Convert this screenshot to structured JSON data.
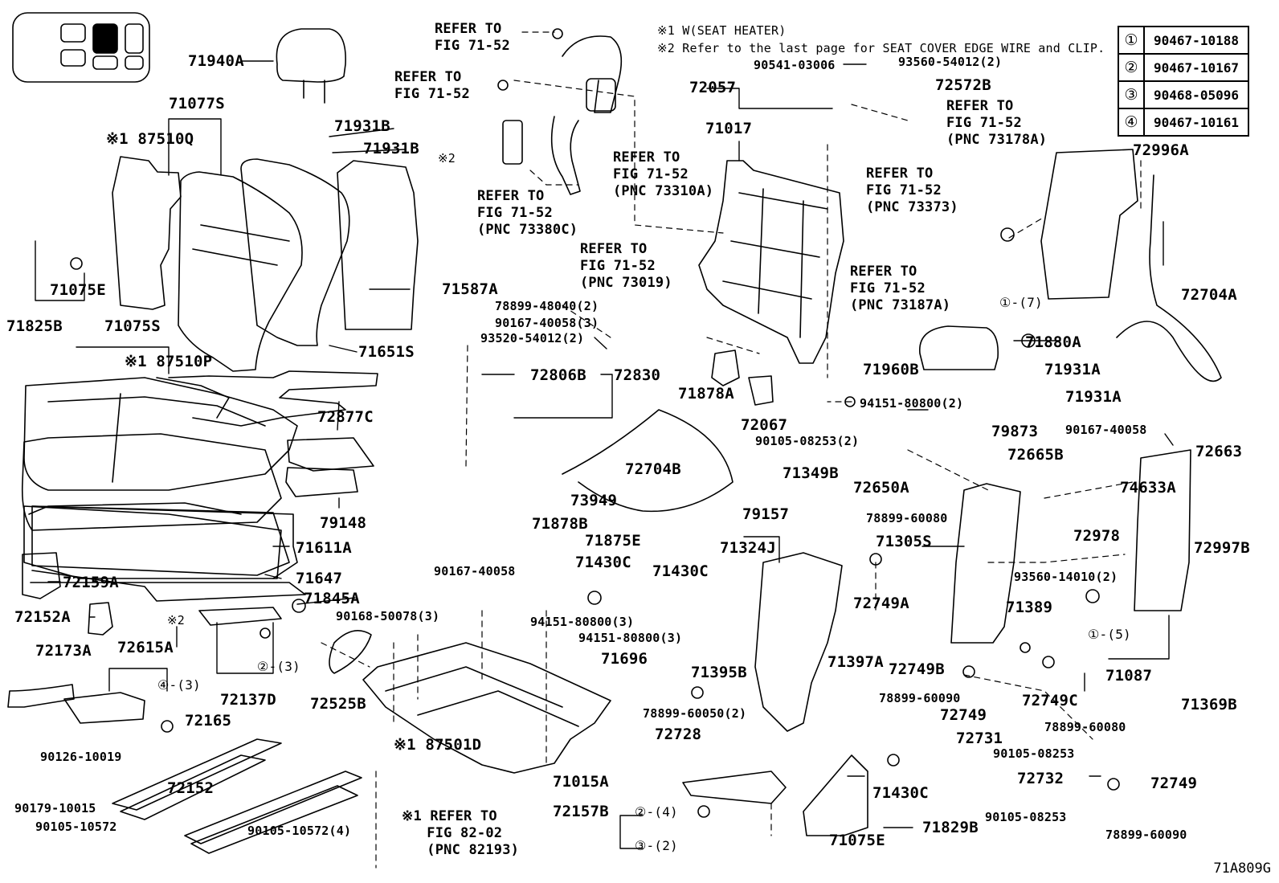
{
  "notes": {
    "n1": "※1  W(SEAT  HEATER)",
    "n2": "※2  Refer to the last page for  SEAT COVER EDGE WIRE and CLIP."
  },
  "legend": [
    {
      "mark": "①",
      "part": "90467-10188"
    },
    {
      "mark": "②",
      "part": "90467-10167"
    },
    {
      "mark": "③",
      "part": "90468-05096"
    },
    {
      "mark": "④",
      "part": "90467-10161"
    }
  ],
  "refs": {
    "r1": "REFER TO\nFIG 71-52",
    "r2": "REFER TO\nFIG 71-52",
    "r3": "REFER TO\nFIG 71-52\n(PNC 73380C)",
    "r4": "REFER TO\nFIG 71-52\n(PNC 73310A)",
    "r5": "REFER TO\nFIG 71-52\n(PNC 73019)",
    "r6": "REFER TO\nFIG 71-52\n(PNC 73178A)",
    "r7": "REFER TO\nFIG 71-52\n(PNC 73373)",
    "r8": "REFER TO\nFIG 71-52\n(PNC 73187A)",
    "r9": "※1 REFER TO\n   FIG 82-02\n   (PNC 82193)"
  },
  "parts": {
    "p71940A": "71940A",
    "p71077S": "71077S",
    "p87510Q": "※1 87510Q",
    "p71931B_1": "71931B",
    "p71931B_2": "71931B",
    "x2a": "※2",
    "p71075E_1": "71075E",
    "p71825B": "71825B",
    "p71075S": "71075S",
    "p87510P": "※1 87510P",
    "p71587A": "71587A",
    "p71651S": "71651S",
    "p72877C": "72877C",
    "p79148": "79148",
    "p71611A": "71611A",
    "p71647": "71647",
    "p72159A": "72159A",
    "p71845A": "71845A",
    "p72152A": "72152A",
    "x2b": "※2",
    "p90168": "90168-50078(3)",
    "p72173A": "72173A",
    "p72615A": "72615A",
    "c4a": "④-(3)",
    "c2a": "②-(3)",
    "p72137D": "72137D",
    "p72525B": "72525B",
    "p72165": "72165",
    "p90126": "90126-10019",
    "p90179": "90179-10015",
    "p72152": "72152",
    "p90105_10572": "90105-10572",
    "p90105_10572_4": "90105-10572(4)",
    "p87501D": "※1 87501D",
    "p78899_48040": "78899-48040(2)",
    "p90167_40058_3": "90167-40058(3)",
    "p93520": "93520-54012(2)",
    "p72806B": "72806B",
    "p72830": "72830",
    "p72704B": "72704B",
    "p73949": "73949",
    "p71878B": "71878B",
    "p71875E": "71875E",
    "p90167_40058_a": "90167-40058",
    "p71430C_1": "71430C",
    "p71430C_2": "71430C",
    "p94151_1": "94151-80800(3)",
    "p94151_2": "94151-80800(3)",
    "p71696": "71696",
    "p78899_60050": "78899-60050(2)",
    "p72728": "72728",
    "p71015A": "71015A",
    "p72157B": "72157B",
    "c2b": "②-(4)",
    "c3a": "③-(2)",
    "p71395B": "71395B",
    "p72057": "72057",
    "p90541": "90541-03006",
    "p93560_54012": "93560-54012(2)",
    "p72572B": "72572B",
    "p71017": "71017",
    "p71878A": "71878A",
    "p72067": "72067",
    "p94151_80800_2": "94151-80800(2)",
    "p71960B": "71960B",
    "p71931A_1": "71931A",
    "p71931A_2": "71931A",
    "p90105_08253_2": "90105-08253(2)",
    "p79873": "79873",
    "p90167_40058_b": "90167-40058",
    "p72665B": "72665B",
    "p72650A": "72650A",
    "p71349B": "71349B",
    "p79157": "79157",
    "p78899_60080_a": "78899-60080",
    "p71324J": "71324J",
    "p71305S": "71305S",
    "p72749A": "72749A",
    "p72749B": "72749B",
    "p71397A": "71397A",
    "p78899_60090_a": "78899-60090",
    "p72749_a": "72749",
    "p72731": "72731",
    "p90105_08253_a": "90105-08253",
    "p71430C_3": "71430C",
    "p71829B": "71829B",
    "p71075E_2": "71075E",
    "p72996A": "72996A",
    "p71880A": "71880A",
    "c1a": "①-(7)",
    "p72704A": "72704A",
    "p72663": "72663",
    "p74633A": "74633A",
    "p72978": "72978",
    "p93560_14010": "93560-14010(2)",
    "p72997B": "72997B",
    "p71389": "71389",
    "c1b": "①-(5)",
    "p71087": "71087",
    "p72749C": "72749C",
    "p78899_60080_b": "78899-60080",
    "p71369B": "71369B",
    "p72732": "72732",
    "p72749_b": "72749",
    "p90105_08253_b": "90105-08253",
    "p78899_60090_b": "78899-60090"
  },
  "diagram_code": "71A809G"
}
